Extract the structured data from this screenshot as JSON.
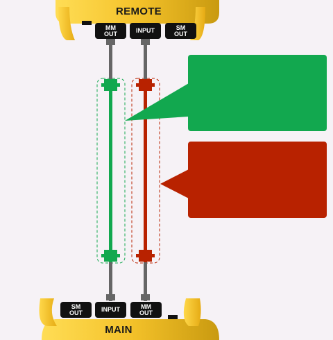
{
  "remote": {
    "title": "REMOTE",
    "ports": [
      "MM\nOUT",
      "INPUT",
      "SM\nOUT"
    ]
  },
  "main": {
    "title": "MAIN",
    "ports": [
      "SM\nOUT",
      "INPUT",
      "MM\nOUT"
    ]
  },
  "colors": {
    "gold": "#f2c024",
    "green": "#12a84f",
    "red": "#b82200",
    "port_black": "#111111",
    "connector_gray": "#666666",
    "background": "#f6f2f6"
  },
  "callouts": [
    {
      "id": "green-callout",
      "color": "#12a84f",
      "text": ""
    },
    {
      "id": "red-callout",
      "color": "#b82200",
      "text": ""
    }
  ]
}
